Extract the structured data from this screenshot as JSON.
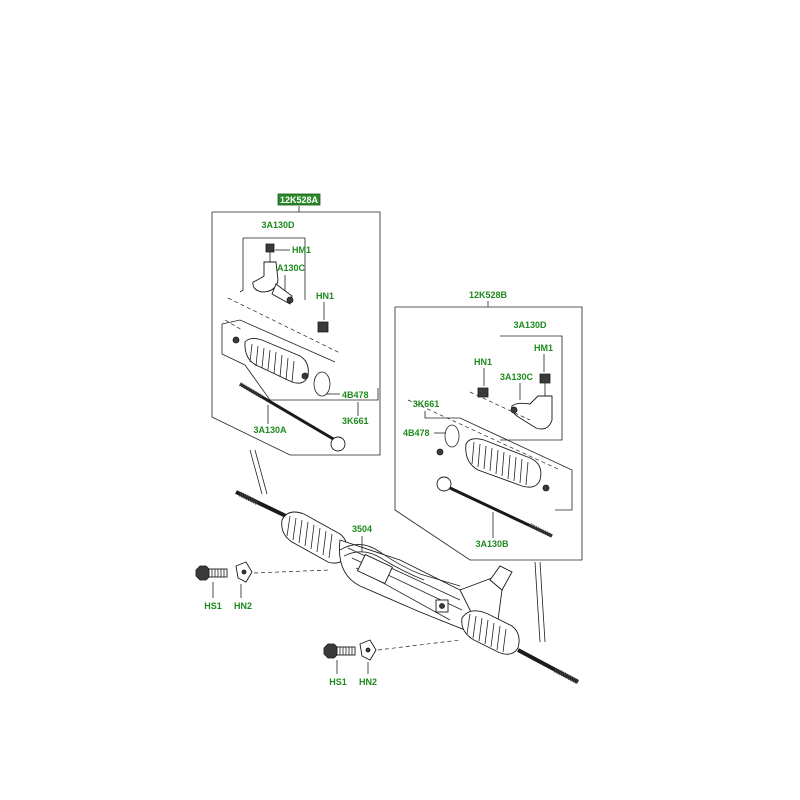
{
  "colors": {
    "label": "#1e8a1e",
    "highlight_bg": "#2a8a2a",
    "highlight_text": "#ffffff",
    "line": "#222222"
  },
  "callouts": {
    "assembly_a": "12K528A",
    "assembly_b": "12K528B",
    "a_outer_tie_rod_end_kit": "3A130D",
    "a_nut_hm1": "HM1",
    "a_tie_rod_end": "3A130C",
    "a_nut_hn1": "HN1",
    "a_clip": "4B478",
    "a_boot": "3K661",
    "a_inner_tie_rod": "3A130A",
    "b_outer_tie_rod_end_kit": "3A130D",
    "b_nut_hm1": "HM1",
    "b_nut_hn1": "HN1",
    "b_tie_rod_end": "3A130C",
    "b_boot_kit": "3K661",
    "b_clip": "4B478",
    "b_inner_tie_rod": "3A130B",
    "steering_gear": "3504",
    "bolt_left": "HS1",
    "bracket_left": "HN2",
    "bolt_right": "HS1",
    "bracket_right": "HN2"
  }
}
